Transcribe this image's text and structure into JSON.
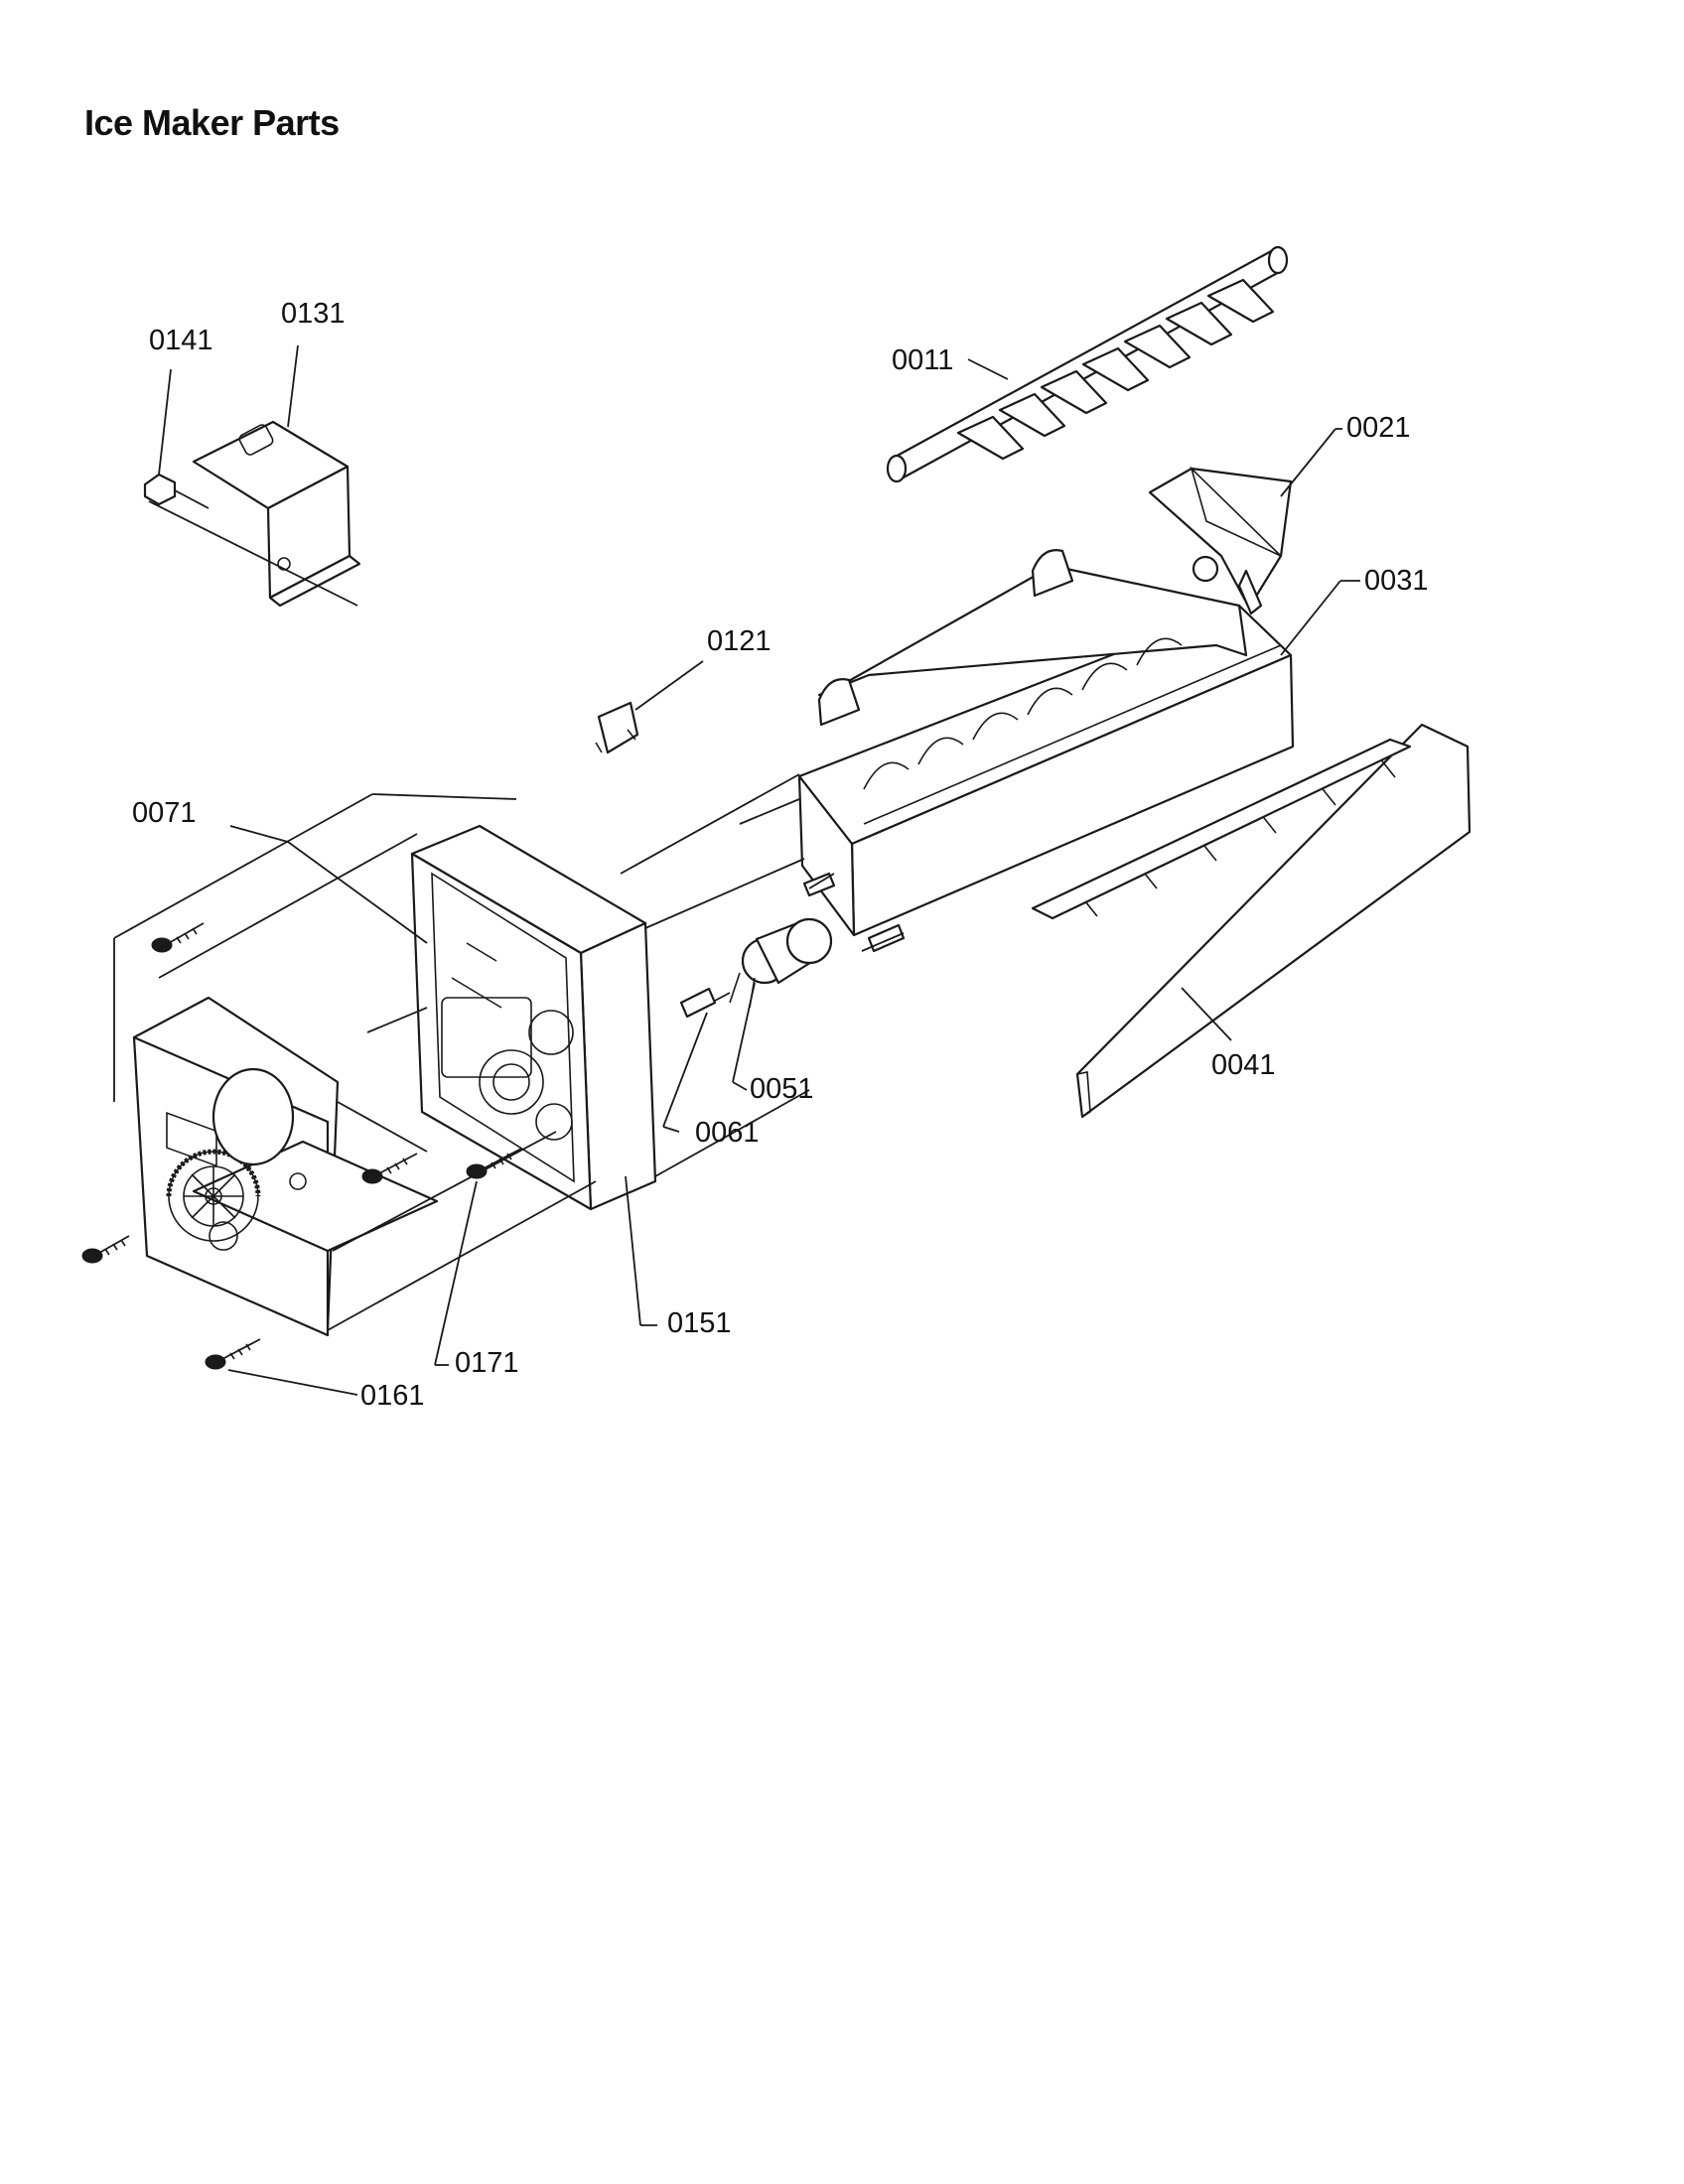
{
  "title": "Ice Maker Parts",
  "labels": {
    "p0011": "0011",
    "p0021": "0021",
    "p0031": "0031",
    "p0041": "0041",
    "p0051": "0051",
    "p0061": "0061",
    "p0071": "0071",
    "p0121": "0121",
    "p0131": "0131",
    "p0141": "0141",
    "p0151": "0151",
    "p0161": "0161",
    "p0171": "0171"
  }
}
